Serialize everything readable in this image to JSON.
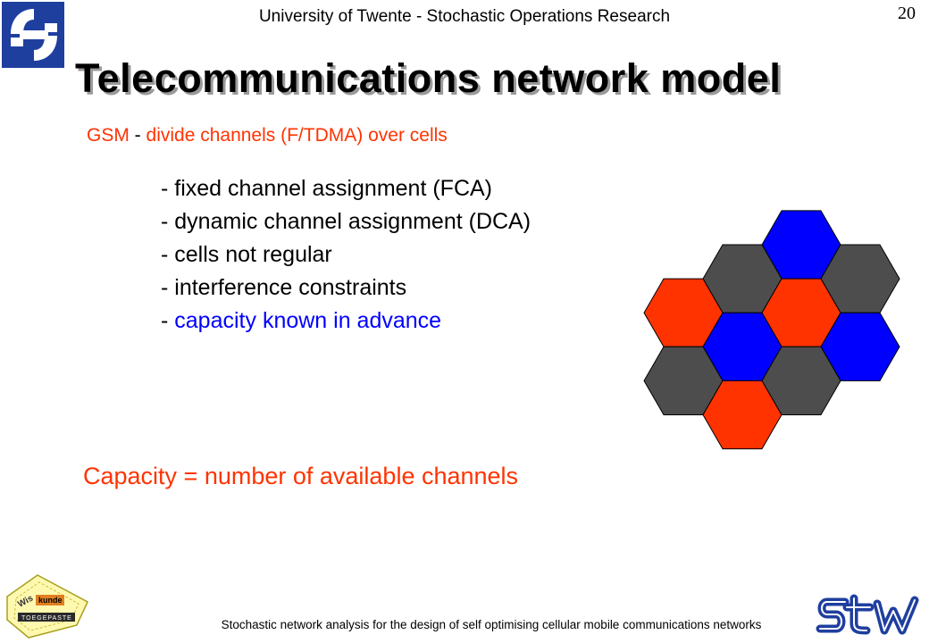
{
  "header": {
    "title": "University of Twente - Stochastic Operations Research",
    "page_number": "20"
  },
  "slide": {
    "title": "Telecommunications network model",
    "subtitle": {
      "part1": "GSM",
      "sep": " - ",
      "part2": "divide channels (F/TDMA) over cells"
    },
    "bullets": [
      {
        "prefix": "- ",
        "text": "fixed channel assignment (FCA)",
        "color": "#000000"
      },
      {
        "prefix": "- ",
        "text": "dynamic channel assignment (DCA)",
        "color": "#000000"
      },
      {
        "prefix": "- ",
        "text": "cells not regular",
        "color": "#000000"
      },
      {
        "prefix": "- ",
        "text": "interference constraints",
        "color": "#000000"
      },
      {
        "prefix": "- ",
        "text": "capacity known in advance",
        "color": "#0000ff"
      }
    ],
    "capacity_statement": "Capacity = number of available channels"
  },
  "footer": {
    "text": "Stochastic network analysis for the design of self optimising cellular mobile communications networks"
  },
  "hex_cells": [
    {
      "col": 2,
      "row": 0,
      "color": "#0000ff"
    },
    {
      "col": 1,
      "row": 1,
      "color": "#4d4d4d"
    },
    {
      "col": 3,
      "row": 1,
      "color": "#4d4d4d"
    },
    {
      "col": 0,
      "row": 2,
      "color": "#ff3300"
    },
    {
      "col": 2,
      "row": 2,
      "color": "#ff3300"
    },
    {
      "col": 1,
      "row": 3,
      "color": "#0000ff"
    },
    {
      "col": 3,
      "row": 3,
      "color": "#0000ff"
    },
    {
      "col": 0,
      "row": 4,
      "color": "#4d4d4d"
    },
    {
      "col": 2,
      "row": 4,
      "color": "#4d4d4d"
    },
    {
      "col": 1,
      "row": 5,
      "color": "#ff3300"
    }
  ],
  "logos": {
    "math_logo_text": "TOEGEPASTE",
    "math_logo_word1": "Wis",
    "math_logo_word2": "kunde"
  },
  "colors": {
    "accent_red": "#ff3300",
    "accent_blue": "#0000ff",
    "cell_gray": "#4d4d4d",
    "logo_blue": "#1f3f9f"
  }
}
